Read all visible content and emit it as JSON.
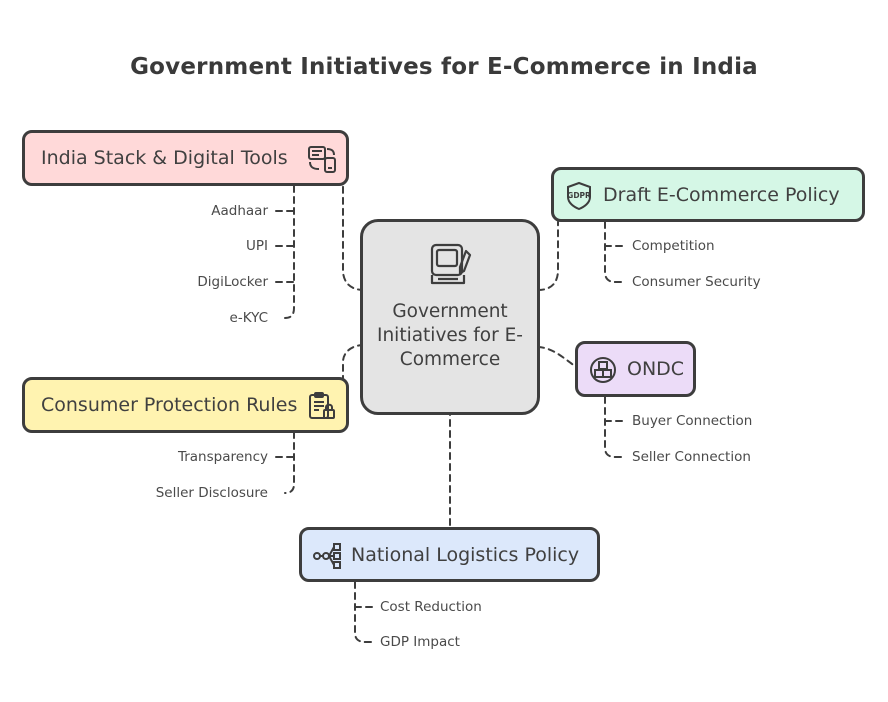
{
  "title": "Government Initiatives for E-Commerce in India",
  "center": {
    "label": "Government Initiatives for E-Commerce",
    "icon": "document-scroll-icon",
    "color": "#e4e4e4"
  },
  "nodes": {
    "india_stack": {
      "label": "India Stack & Digital Tools",
      "icon": "digital-devices-icon",
      "color": "#ffd9d9",
      "children": [
        "Aadhaar",
        "UPI",
        "DigiLocker",
        "e-KYC"
      ]
    },
    "draft_policy": {
      "label": "Draft E-Commerce Policy",
      "icon": "gdpr-shield-icon",
      "color": "#d5f7e6",
      "children": [
        "Competition",
        "Consumer Security"
      ]
    },
    "ondc": {
      "label": "ONDC",
      "icon": "network-cubes-icon",
      "color": "#ecdcf8",
      "children": [
        "Buyer Connection",
        "Seller Connection"
      ]
    },
    "consumer_protection": {
      "label": "Consumer Protection Rules",
      "icon": "clipboard-lock-icon",
      "color": "#fff3b0",
      "children": [
        "Transparency",
        "Seller Disclosure"
      ]
    },
    "logistics": {
      "label": "National Logistics Policy",
      "icon": "distribution-flow-icon",
      "color": "#dce8fb",
      "children": [
        "Cost Reduction",
        "GDP Impact"
      ]
    }
  }
}
